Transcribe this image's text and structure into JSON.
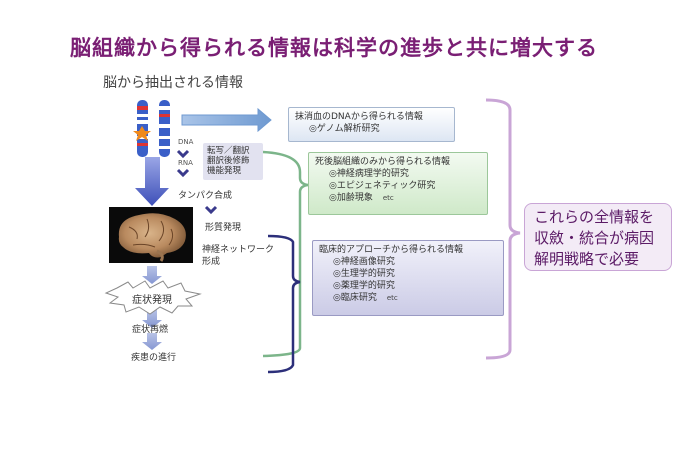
{
  "title": "脳組織から得られる情報は科学の進歩と共に増大する",
  "subtitle": "脳から抽出される情報",
  "flow": {
    "dna": "DNA",
    "rna": "RNA",
    "protein": "タンパク合成",
    "phenotype": "形質発現",
    "neural_network": [
      "神経ネットワーク",
      "形成"
    ],
    "onset": "症状発現",
    "recurrence": "症状再燃",
    "progression": "疾患の進行"
  },
  "process_box": {
    "lines": [
      "転写／翻訳",
      "翻訳後修飾",
      "機能発現"
    ]
  },
  "boxes": {
    "blood": {
      "title": "抹消血のDNAから得られる情報",
      "items": [
        "◎ゲノム解析研究"
      ]
    },
    "postmortem": {
      "title": "死後脳組織のみから得られる情報",
      "items": [
        "◎神経病理学的研究",
        "◎エピジェネティック研究",
        "◎加齢現象"
      ],
      "etc": "etc"
    },
    "clinical": {
      "title": "臨床的アプローチから得られる情報",
      "items": [
        "◎神経画像研究",
        "◎生理学的研究",
        "◎薬理学的研究",
        "◎臨床研究"
      ],
      "etc": "etc"
    }
  },
  "summary": {
    "lines": [
      "これらの全情報を",
      "収斂・統合が病因",
      "解明戦略で必要"
    ]
  },
  "colors": {
    "title": "#7a1f74",
    "blue_arrow": "#7fa7d6",
    "green_bracket": "#7cb58a",
    "navy_bracket": "#2c2f7a",
    "purple_bracket": "#c9a5d6",
    "chevron": "#3a3a8c"
  }
}
